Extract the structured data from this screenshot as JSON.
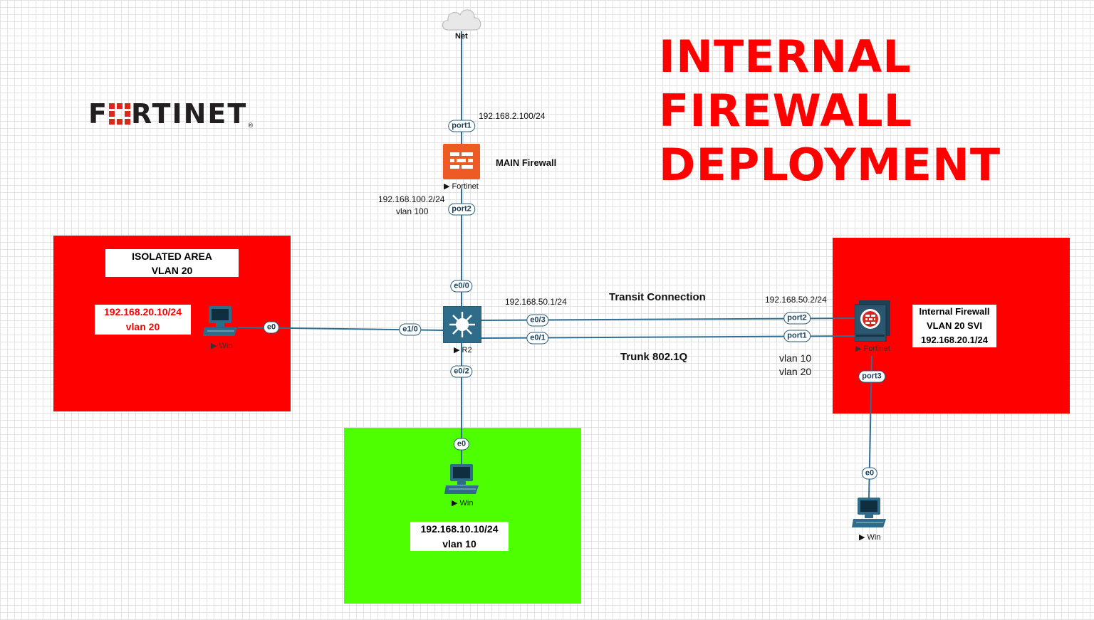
{
  "title": {
    "line1": "INTERNAL",
    "line2": "FIREWALL",
    "line3": "DEPLOYMENT"
  },
  "brand": {
    "left": "F",
    "right": "RTINET",
    "trademark": "®"
  },
  "zones": {
    "isolated": {
      "heading_line1": "ISOLATED AREA",
      "heading_line2": "VLAN 20",
      "ip": "192.168.20.10/24",
      "vlan": "vlan 20",
      "color": "#ff0000"
    },
    "vlan10": {
      "ip": "192.168.10.10/24",
      "vlan": "vlan 10",
      "color": "#4dff00"
    },
    "internal": {
      "line1": "Internal Firewall",
      "line2": "VLAN 20 SVI",
      "line3": "192.168.20.1/24",
      "color": "#ff0000"
    }
  },
  "nodes": {
    "cloud": {
      "label": "Net"
    },
    "main_fw": {
      "caption": "Fortinet",
      "name": "MAIN Firewall"
    },
    "router": {
      "caption": "R2"
    },
    "int_fw": {
      "caption": "Fortinet"
    },
    "pc_isolated": {
      "caption": "Win"
    },
    "pc_vlan10": {
      "caption": "Win"
    },
    "pc_internal": {
      "caption": "Win"
    }
  },
  "ports": {
    "main_port1": "port1",
    "main_port2": "port2",
    "r2_e00": "e0/0",
    "r2_e10": "e1/0",
    "r2_e03": "e0/3",
    "r2_e01": "e0/1",
    "r2_e02": "e0/2",
    "pc_iso_e0": "e0",
    "pc_v10_e0": "e0",
    "int_port2": "port2",
    "int_port1": "port1",
    "int_port3": "port3",
    "pc_int_e0": "e0"
  },
  "labels": {
    "main_port1_ip": "192.168.2.100/24",
    "main_port2_ip": "192.168.100.2/24",
    "main_port2_vlan": "vlan 100",
    "r2_e03_ip": "192.168.50.1/24",
    "int_port2_ip": "192.168.50.2/24",
    "transit": "Transit Connection",
    "trunk": "Trunk 802.1Q",
    "trunk_vlan_a": "vlan 10",
    "trunk_vlan_b": "vlan 20"
  },
  "colors": {
    "link": "#2f6f93",
    "fortinet_orange": "#ee5a24",
    "title_red": "#ff0000",
    "device_blue": "#2e6c8a"
  }
}
